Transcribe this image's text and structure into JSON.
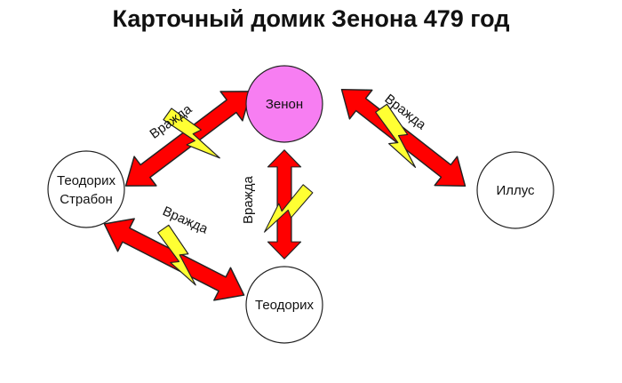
{
  "title": "Карточный домик Зенона 479 год",
  "colors": {
    "arrow": "#ff0000",
    "bolt": "#ffff33",
    "zenon_fill": "#f77ef2",
    "node_fill": "#ffffff",
    "stroke": "#222222"
  },
  "nodes": {
    "zenon": {
      "label": "Зенон"
    },
    "strabon": {
      "line1": "Теодорих",
      "line2": "Страбон"
    },
    "illus": {
      "label": "Иллус"
    },
    "theodoric": {
      "label": "Теодорих"
    }
  },
  "edges": {
    "zenon_strabon": {
      "label": "Вражда"
    },
    "zenon_illus": {
      "label": "Вражда"
    },
    "zenon_theodoric": {
      "label": "Вражда"
    },
    "strabon_theodoric": {
      "label": "Вражда"
    }
  }
}
